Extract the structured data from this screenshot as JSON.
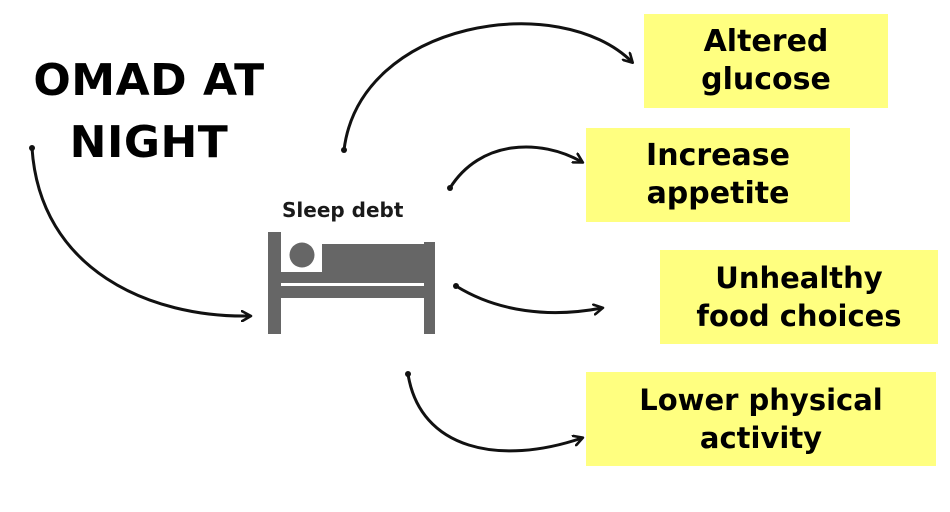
{
  "title_lines": [
    "OMAD AT",
    "NIGHT"
  ],
  "center_label": "Sleep debt",
  "center_icon": "bed-icon",
  "effects": [
    {
      "lines": [
        "Altered",
        "glucose"
      ]
    },
    {
      "lines": [
        "Increase",
        "appetite"
      ]
    },
    {
      "lines": [
        "Unhealthy",
        "food choices"
      ]
    },
    {
      "lines": [
        "Lower physical",
        "activity"
      ]
    }
  ],
  "colors": {
    "box_fill": "#ffff80",
    "icon_gray": "#666666",
    "arrow": "#111111"
  }
}
